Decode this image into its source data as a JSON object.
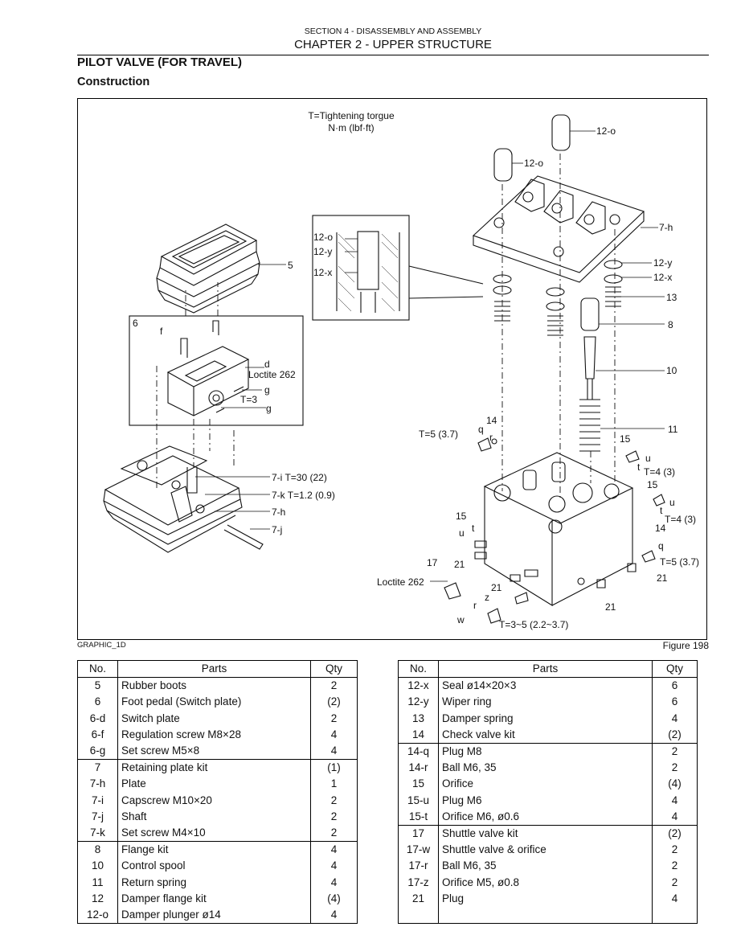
{
  "header": {
    "section": "SECTION 4 - DISASSEMBLY AND ASSEMBLY",
    "chapter": "CHAPTER 2 - UPPER STRUCTURE"
  },
  "page_title": "PILOT VALVE (FOR TRAVEL)",
  "subtitle": "Construction",
  "figure": {
    "torque_note_line1": "T=Tightening torgue",
    "torque_note_line2": "N·m (lbf·ft)",
    "graphic_code": "GRAPHIC_1D",
    "figure_number": "Figure 198",
    "callouts": {
      "c12o_a": "12-o",
      "c12o_b": "12-o",
      "c7h": "7-h",
      "c12y": "12-y",
      "c12x": "12-x",
      "c13": "13",
      "c8": "8",
      "c10": "10",
      "c11": "11",
      "c5": "5",
      "c6": "6",
      "cf": "f",
      "cd": "d",
      "cloctite1": "Loctite 262",
      "cg1": "g",
      "ct3": "T=3",
      "cg2": "g",
      "c7i": "7-i  T=30 (22)",
      "c7k": "7-k T=1.2 (0.9)",
      "c7h2": "7-h",
      "c7j": "7-j",
      "inset12o": "12-o",
      "inset12y": "12-y",
      "inset12x": "12-x",
      "c14a": "14",
      "ct5a": "T=5 (3.7)",
      "cq1": "q",
      "cr1": "r",
      "c15a": "15",
      "cu1": "u",
      "ct1": "t",
      "ct4a": "T=4 (3)",
      "c15b": "15",
      "cu2": "u",
      "ct2": "t",
      "ct4b": "T=4 (3)",
      "c15c": "15",
      "cu3": "u",
      "ct3b": "t",
      "c14b": "14",
      "cq2": "q",
      "ct5b": "T=5 (3.7)",
      "c17": "17",
      "c21a": "21",
      "cloctite2": "Loctite 262",
      "c21b": "21",
      "c21c": "21",
      "c21d": "21",
      "cz": "z",
      "cr2": "r",
      "cw": "w",
      "ct35": "T=3~5 (2.2~3.7)"
    }
  },
  "table": {
    "headers": {
      "no": "No.",
      "parts": "Parts",
      "qty": "Qty"
    },
    "left": [
      {
        "no": "5",
        "name": "Rubber boots",
        "qty": "2"
      },
      {
        "no": "6",
        "name": "Foot pedal (Switch plate)",
        "qty": "(2)"
      },
      {
        "no": "6-d",
        "name": "Switch plate",
        "qty": "2"
      },
      {
        "no": "6-f",
        "name": "Regulation screw M8×28",
        "qty": "4"
      },
      {
        "no": "6-g",
        "name": "Set screw M5×8",
        "qty": "4"
      },
      {
        "no": "7",
        "name": "Retaining plate kit",
        "qty": "(1)"
      },
      {
        "no": "7-h",
        "name": "Plate",
        "qty": "1"
      },
      {
        "no": "7-i",
        "name": "Capscrew M10×20",
        "qty": "2"
      },
      {
        "no": "7-j",
        "name": "Shaft",
        "qty": "2"
      },
      {
        "no": "7-k",
        "name": "Set screw M4×10",
        "qty": "2"
      },
      {
        "no": "8",
        "name": "Flange kit",
        "qty": "4"
      },
      {
        "no": "10",
        "name": "Control spool",
        "qty": "4"
      },
      {
        "no": "11",
        "name": "Return spring",
        "qty": "4"
      },
      {
        "no": "12",
        "name": "Damper flange kit",
        "qty": "(4)"
      },
      {
        "no": "12-o",
        "name": "Damper plunger ø14",
        "qty": "4"
      }
    ],
    "right": [
      {
        "no": "12-x",
        "name": "Seal ø14×20×3",
        "qty": "6"
      },
      {
        "no": "12-y",
        "name": "Wiper ring",
        "qty": "6"
      },
      {
        "no": "13",
        "name": "Damper spring",
        "qty": "4"
      },
      {
        "no": "14",
        "name": "Check valve kit",
        "qty": "(2)"
      },
      {
        "no": "14-q",
        "name": "Plug M8",
        "qty": "2"
      },
      {
        "no": "14-r",
        "name": "Ball M6, 35",
        "qty": "2"
      },
      {
        "no": "15",
        "name": "Orifice",
        "qty": "(4)"
      },
      {
        "no": "15-u",
        "name": "Plug M6",
        "qty": "4"
      },
      {
        "no": "15-t",
        "name": "Orifice M6, ø0.6",
        "qty": "4"
      },
      {
        "no": "17",
        "name": "Shuttle valve kit",
        "qty": "(2)"
      },
      {
        "no": "17-w",
        "name": "Shuttle valve & orifice",
        "qty": "2"
      },
      {
        "no": "17-r",
        "name": "Ball M6, 35",
        "qty": "2"
      },
      {
        "no": "17-z",
        "name": "Orifice M5, ø0.8",
        "qty": "2"
      },
      {
        "no": "21",
        "name": "Plug",
        "qty": "4"
      },
      {
        "no": "",
        "name": "",
        "qty": ""
      }
    ]
  }
}
